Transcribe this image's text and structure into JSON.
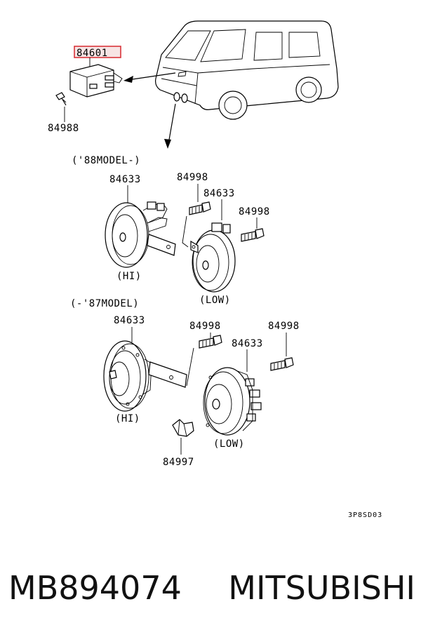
{
  "parts": {
    "relay": "84601",
    "relay_screw": "84988",
    "horn_a": "84633",
    "bolt_a": "84998",
    "horn_b": "84633",
    "bolt_b": "84998",
    "horn_c": "84633",
    "bolt_c": "84998",
    "horn_d": "84633",
    "bolt_d": "84998",
    "clip": "84997"
  },
  "sections": {
    "model_88": "('88MODEL-)",
    "model_87": "(-'87MODEL)"
  },
  "tags": {
    "hi_1": "(HI)",
    "low_1": "(LOW)",
    "hi_2": "(HI)",
    "low_2": "(LOW)"
  },
  "diagram_code": "3P8SD03",
  "footer": {
    "part_number": "MB894074",
    "brand": "MITSUBISHI"
  },
  "colors": {
    "highlight_border": "#d9343a",
    "highlight_fill": "#f7e4e4"
  }
}
